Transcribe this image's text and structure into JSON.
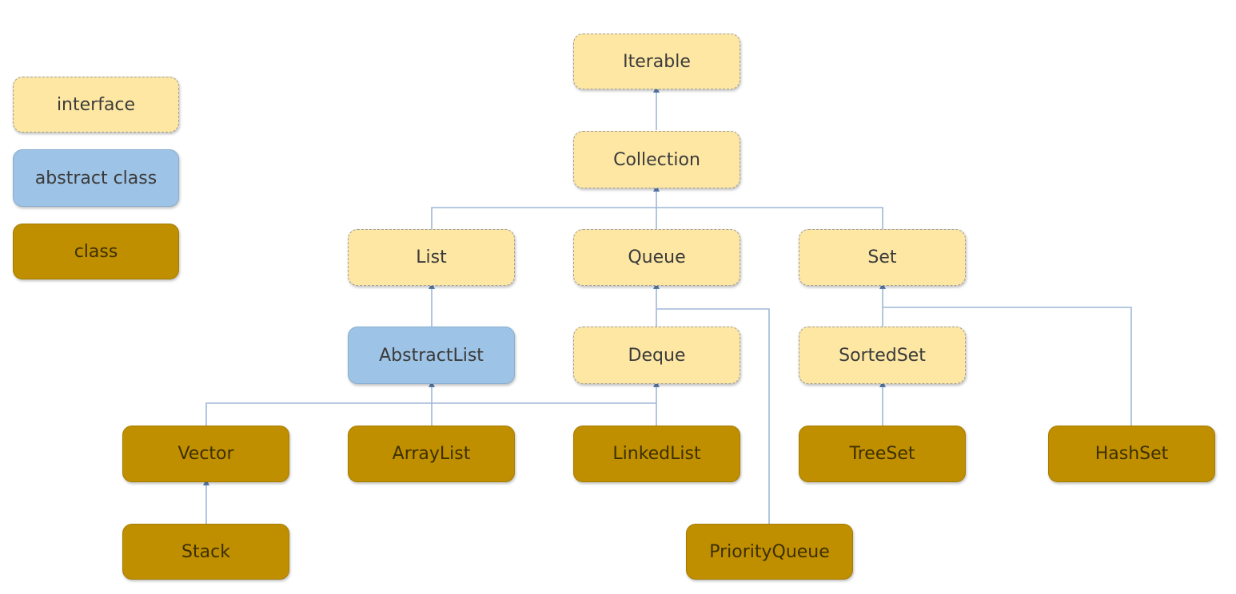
{
  "legend": {
    "interface": "interface",
    "abstract_class": "abstract class",
    "class": "class"
  },
  "nodes": {
    "iterable": "Iterable",
    "collection": "Collection",
    "list": "List",
    "queue": "Queue",
    "set": "Set",
    "abstractlist": "AbstractList",
    "deque": "Deque",
    "sortedset": "SortedSet",
    "vector": "Vector",
    "arraylist": "ArrayList",
    "linkedlist": "LinkedList",
    "treeset": "TreeSet",
    "hashset": "HashSet",
    "stack": "Stack",
    "priorityqueue": "PriorityQueue"
  },
  "colors": {
    "interface_fill": "#fde7a3",
    "abstract_class_fill": "#9dc3e6",
    "class_fill": "#bf8f00",
    "connector": "#7f9fc4"
  }
}
